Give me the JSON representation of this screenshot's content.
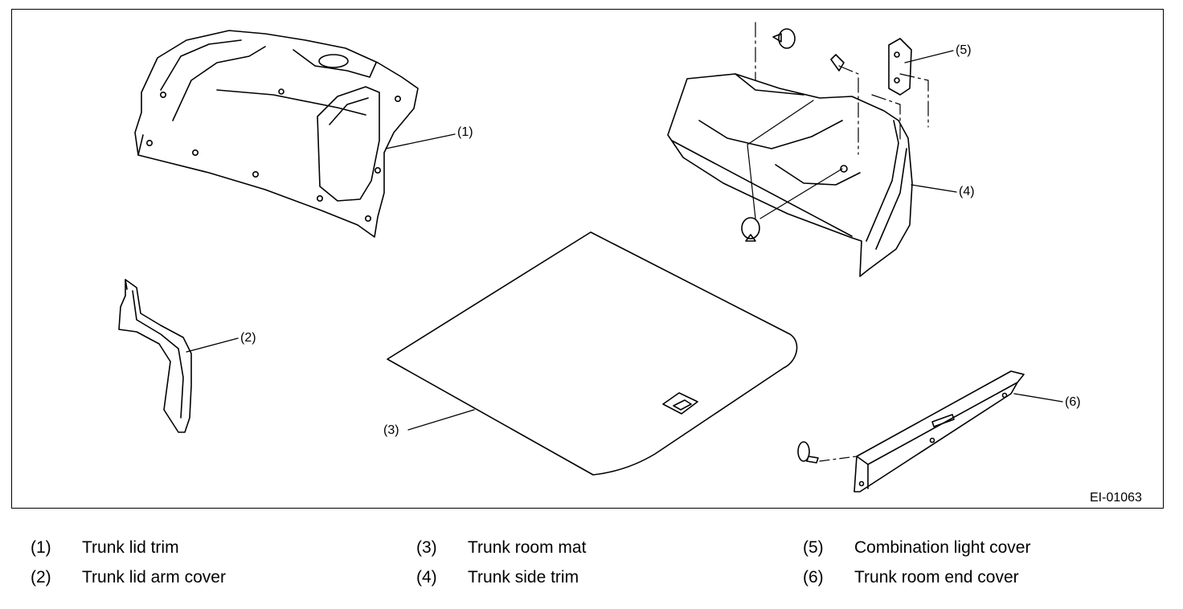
{
  "figure_id": "EI-01063",
  "callouts": [
    {
      "num": "(1)"
    },
    {
      "num": "(2)"
    },
    {
      "num": "(3)"
    },
    {
      "num": "(4)"
    },
    {
      "num": "(5)"
    },
    {
      "num": "(6)"
    }
  ],
  "legend": [
    {
      "num": "(1)",
      "label": "Trunk lid trim"
    },
    {
      "num": "(2)",
      "label": "Trunk lid arm cover"
    },
    {
      "num": "(3)",
      "label": "Trunk room mat"
    },
    {
      "num": "(4)",
      "label": "Trunk side trim"
    },
    {
      "num": "(5)",
      "label": "Combination light cover"
    },
    {
      "num": "(6)",
      "label": "Trunk room end cover"
    }
  ]
}
